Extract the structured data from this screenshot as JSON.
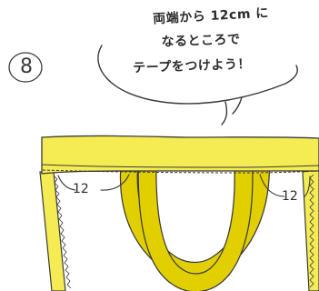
{
  "step": {
    "number": "8"
  },
  "speech_bubble": {
    "lines": [
      "両端から 12cm に",
      "なるところで",
      "テープをつけよう！"
    ]
  },
  "bag": {
    "left_measure": "12",
    "right_measure": "12",
    "fabric_color": "#f4ec52",
    "handle_color": "#e2cf00",
    "outline_color": "#3a3a3a"
  },
  "icons": {
    "speech_bubble": "speech-bubble-icon",
    "step_badge": "circle-badge-icon"
  }
}
